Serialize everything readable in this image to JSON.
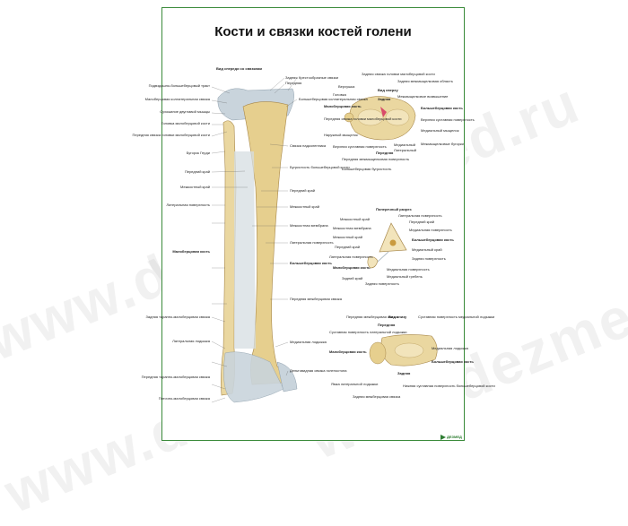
{
  "watermark": "www.dezmed.ru",
  "poster": {
    "title": "Кости и связки костей голени",
    "sections": {
      "front_view": "Вид спереди со связками",
      "upper_view": "Вид сверху",
      "cross_section": "Поперечный разрез",
      "lower_view": "Вид снизу"
    },
    "labels_leg_left": [
      "Подвздошно-большеберцовый тракт",
      "Малоберцовая коллатеральная связка",
      "Сухожилие двуглавой мышцы",
      "Головка малоберцовой кости",
      "Передняя связка головки малоберцовой кости",
      "Бугорок Герди",
      "Передний край",
      "Межкостный край",
      "Латеральная поверхность",
      "Малоберцовая кость",
      "Задняя таранно-малоберцовая связка",
      "Латеральная лодыжка",
      "Передняя таранно-малоберцовая связка",
      "Пяточно-малоберцовая связка"
    ],
    "labels_leg_right": [
      "Задняя",
      "Передняя",
      "Крестообразные связки",
      "Большеберцовая коллатеральная связка",
      "Связка надколенника",
      "Бугристость большеберцовой кости",
      "Передний край",
      "Межкостный край",
      "Межкостная мембрана",
      "Латеральная поверхность",
      "Большеберцовая кость",
      "Передняя межберцовая связка",
      "Медиальная лодыжка",
      "Дельтовидная связка голеностопа"
    ],
    "labels_upper": [
      "Задняя связка головки малоберцовой кости",
      "Верхушка",
      "Головка",
      "Задняя межмыщелковая область",
      "Задняя",
      "Межмыщелковое возвышение",
      "Малоберцовая кость",
      "Большеберцовая кость",
      "Передняя связка головки малоберцовой кости",
      "Верхняя суставная поверхность",
      "Медиальный мыщелок",
      "Наружный мыщелок",
      "Медиальный",
      "Латеральный",
      "Межмыщелковые бугорки",
      "Верхняя суставная поверхность",
      "Передняя",
      "Передняя межмыщелковая поверхность",
      "Большеберцовая бугристость"
    ],
    "labels_cross": [
      "Латеральная поверхность",
      "Передний край",
      "Межкостный край",
      "Медиальная поверхность",
      "Межкостная мембрана",
      "Межкостный край",
      "Большеберцовая кость",
      "Передний край",
      "Медиальный край",
      "Латеральная поверхность",
      "Задняя поверхность",
      "Малоберцовая кость",
      "Медиальная поверхность",
      "Задний край",
      "Медиальный гребень",
      "Задняя поверхность"
    ],
    "labels_lower": [
      "Передняя межберцовая связка",
      "Передняя",
      "Суставная поверхность медиальной лодыжки",
      "Суставная поверхность латеральной лодыжки",
      "Малоберцовая кость",
      "Медиальная лодыжка",
      "Большеберцовая кость",
      "Задняя",
      "Ямка латеральной лодыжки",
      "Задняя межберцовая связка",
      "Нижняя суставная поверхность большеберцовой кости"
    ],
    "logo": "ДЕЗМЕД"
  },
  "colors": {
    "bone": "#e6cf8e",
    "bone_shadow": "#c9a85a",
    "ligament": "#c9d4dc",
    "frame": "#3a8a3a",
    "watermark": "#bebebe"
  }
}
